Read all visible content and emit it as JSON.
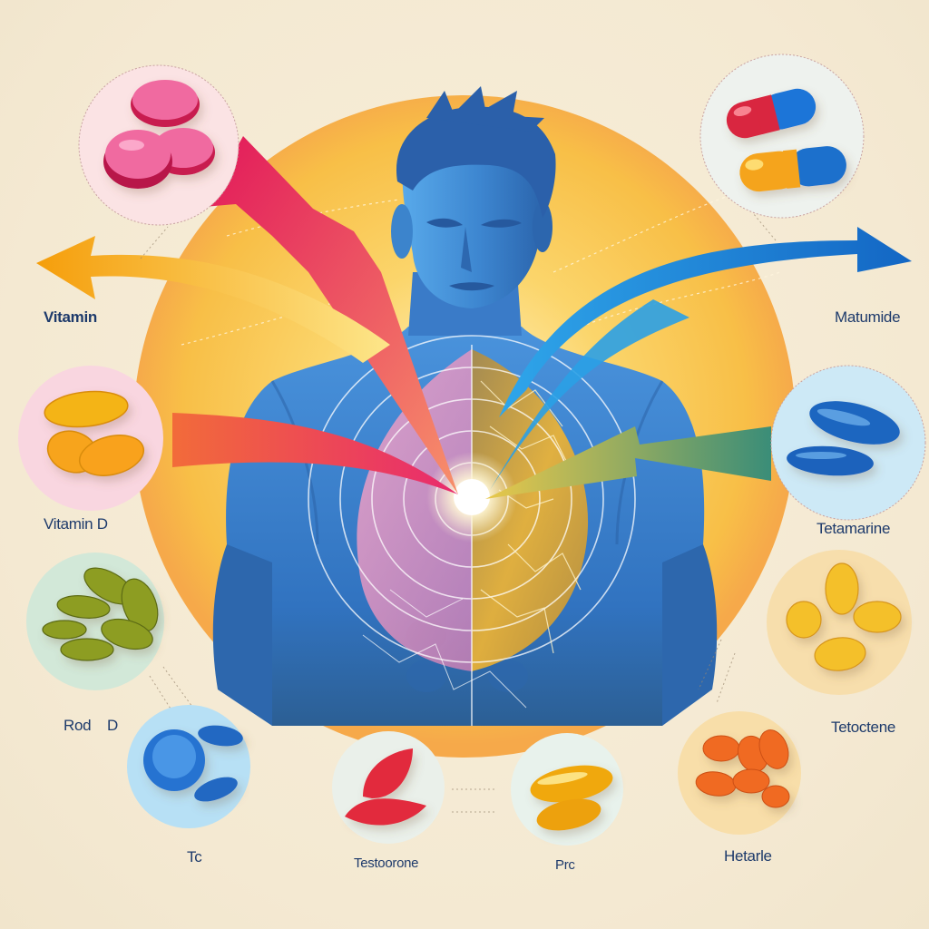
{
  "colors": {
    "background": "#f4e9d2",
    "sun_halo": "#f9c74f",
    "figure_blue": "#3a7bc8",
    "figure_dark": "#26599e",
    "label_text": "#1d3a6b",
    "arrow_orange": "#f6a21b",
    "arrow_magenta": "#e0336a",
    "arrow_blue": "#1877d2",
    "arrow_red": "#ee3e5c",
    "arrow_green": "#8fae4e"
  },
  "figure": {
    "description": "blue male torso with head; chest split into pink organ-like left half and golden network right half, overlaid by concentric target rings converging on a central white glow"
  },
  "arrows": [
    {
      "id": "top-left-magenta",
      "direction": "inward",
      "color": "#e0336a"
    },
    {
      "id": "left-orange",
      "direction": "outward-left",
      "color": "#f6a21b"
    },
    {
      "id": "left-red",
      "direction": "inward",
      "color": "#ee3e5c"
    },
    {
      "id": "right-blue-top",
      "direction": "outward-right",
      "color": "#1877d2"
    },
    {
      "id": "right-blue-inward",
      "direction": "inward",
      "color": "#2aa0e6"
    },
    {
      "id": "right-green",
      "direction": "inward",
      "color": "#8fae4e"
    }
  ],
  "supplements": [
    {
      "id": "pink-tablets",
      "position": "top-left",
      "description": "three pink round tablets",
      "bg": "#fbe3e4"
    },
    {
      "id": "capsules",
      "position": "top-right",
      "description": "red/blue and yellow/blue capsules",
      "bg": "#eef2ee"
    },
    {
      "id": "yellow-seeds",
      "position": "left",
      "description": "three yellow almond-shaped pills",
      "bg": "#f9d6e0"
    },
    {
      "id": "blue-ovals",
      "position": "right",
      "description": "two blue oval pills",
      "bg": "#cde9f6"
    },
    {
      "id": "green-seeds",
      "position": "left-lower",
      "description": "six green seed pills",
      "bg": "#d2e8d8"
    },
    {
      "id": "yellow-ovals",
      "position": "right-lower",
      "description": "four yellow oval pills",
      "bg": "#f7deac"
    },
    {
      "id": "blue-tablets",
      "position": "bottom-left",
      "description": "blue round tablet and two blue ovals",
      "bg": "#b7e0f5"
    },
    {
      "id": "red-seeds",
      "position": "bottom-center-left",
      "description": "two red seed shapes",
      "bg": "#eaf0ea"
    },
    {
      "id": "softgels",
      "position": "bottom-center-right",
      "description": "two golden softgel capsules",
      "bg": "#e8f2ec"
    },
    {
      "id": "orange-ovals",
      "position": "bottom-right",
      "description": "six orange oval pills",
      "bg": "#f8dea9"
    }
  ],
  "labels": {
    "vitamin": "Vitamin",
    "matumide": "Matumide",
    "vitamin_d": "Vitamin D",
    "tetamarine": "Tetamarine",
    "rod_d": "Rod    D",
    "tetoctene": "Tetoctene",
    "tc": "Tc",
    "testoorone": "Testoorone",
    "prc": "Prc",
    "hetarle": "Hetarle"
  }
}
